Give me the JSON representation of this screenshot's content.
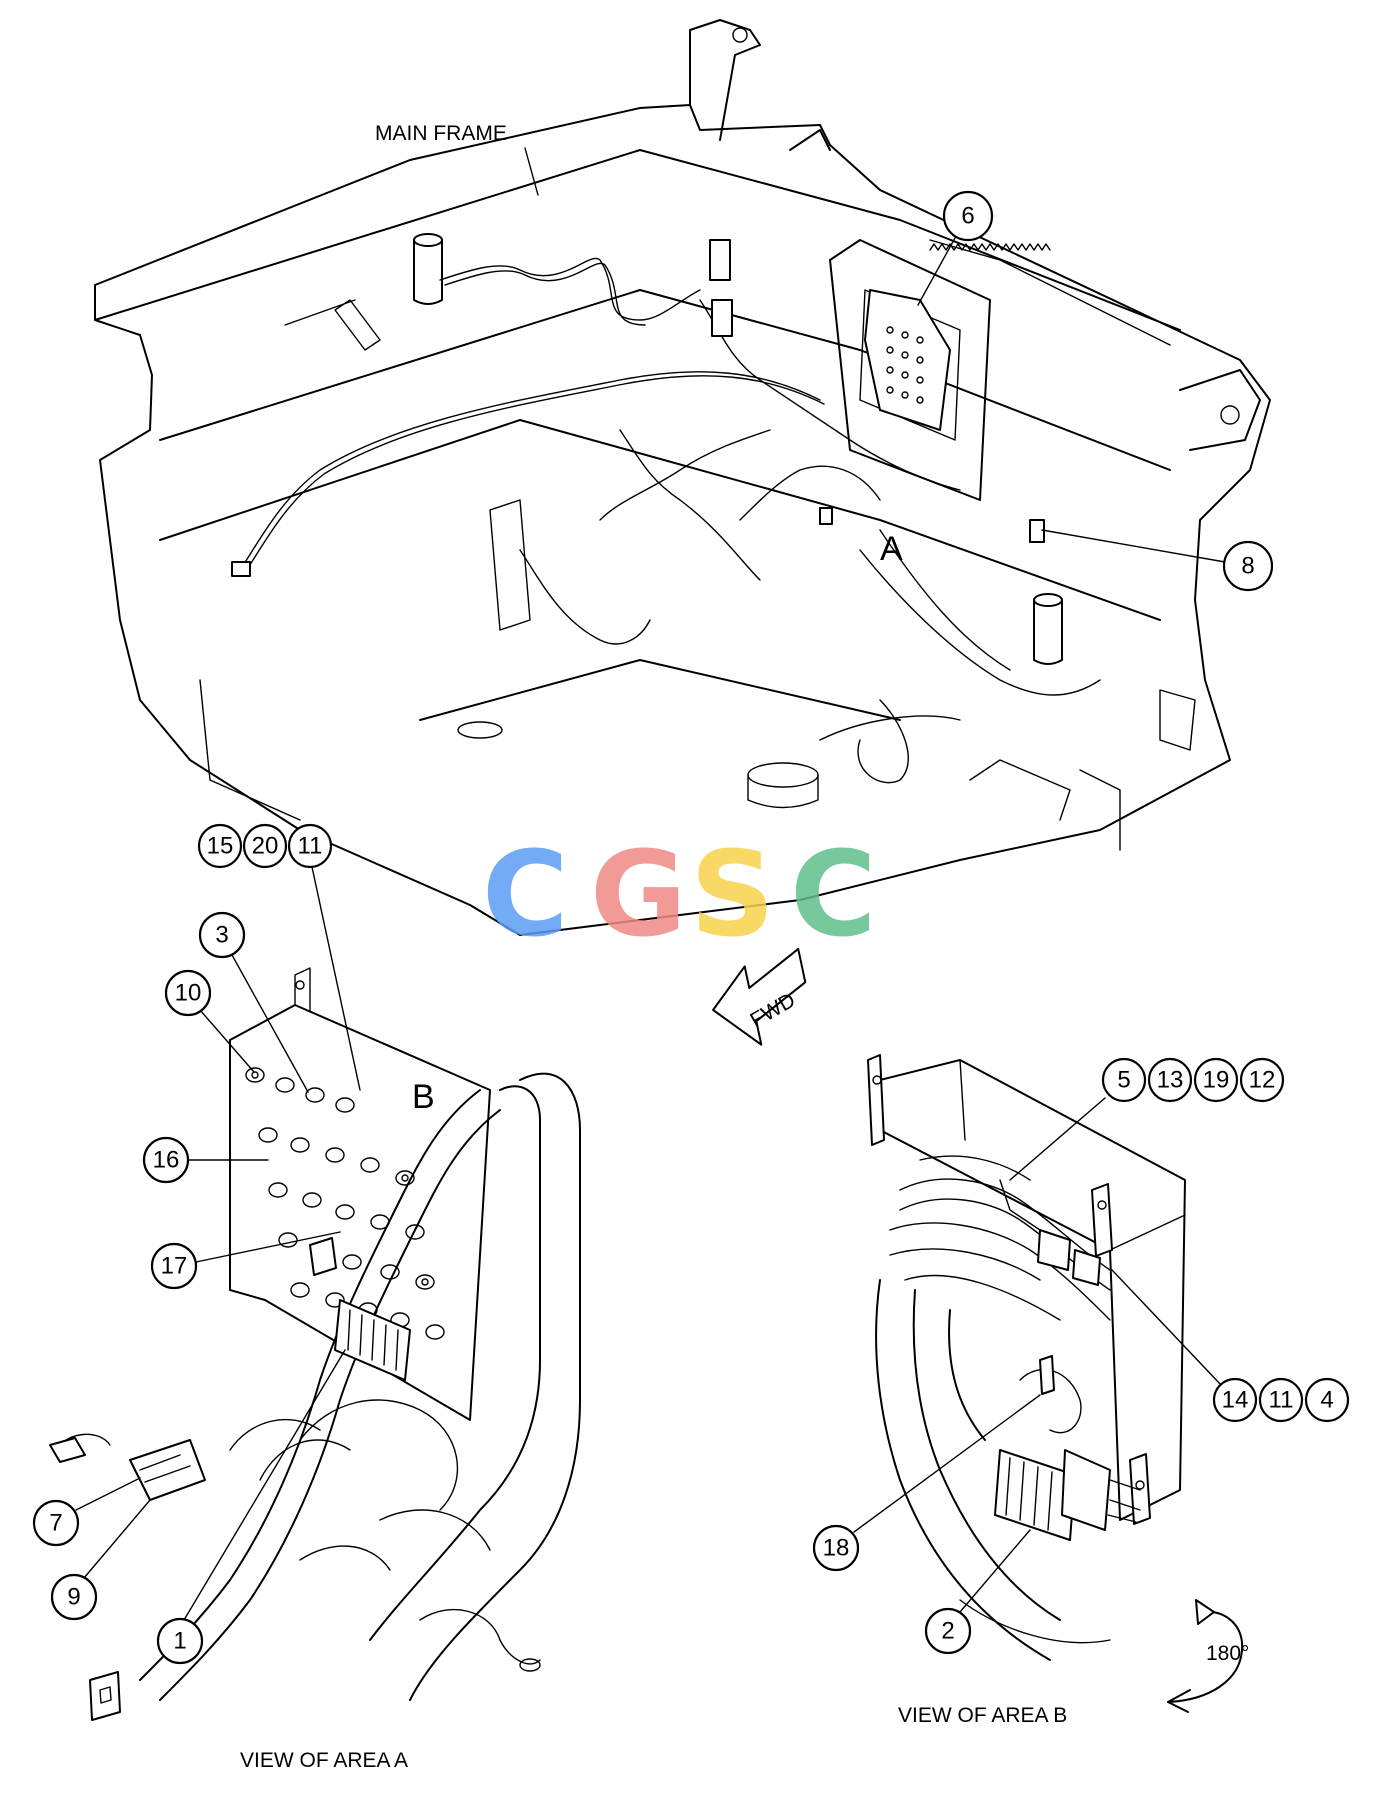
{
  "labels": {
    "main_frame": "MAIN FRAME",
    "view_area_a": "VIEW OF AREA  A",
    "view_area_b": "VIEW OF AREA B",
    "fwd": "FWD",
    "rotation": "180°",
    "area_a_letter": "A",
    "area_b_letter": "B"
  },
  "watermark": {
    "letters": [
      "C",
      "G",
      "S",
      "C"
    ],
    "colors": [
      "#5b9cf4",
      "#f08a84",
      "#f7d24a",
      "#5fbf8c"
    ]
  },
  "callouts": {
    "c6": "6",
    "c8": "8",
    "c15": "15",
    "c20": "20",
    "c11_top": "11",
    "c3": "3",
    "c10": "10",
    "c16": "16",
    "c17": "17",
    "c7": "7",
    "c9": "9",
    "c1": "1",
    "c5": "5",
    "c13": "13",
    "c19": "19",
    "c12": "12",
    "c14": "14",
    "c11_b": "11",
    "c4": "4",
    "c18": "18",
    "c2": "2"
  }
}
